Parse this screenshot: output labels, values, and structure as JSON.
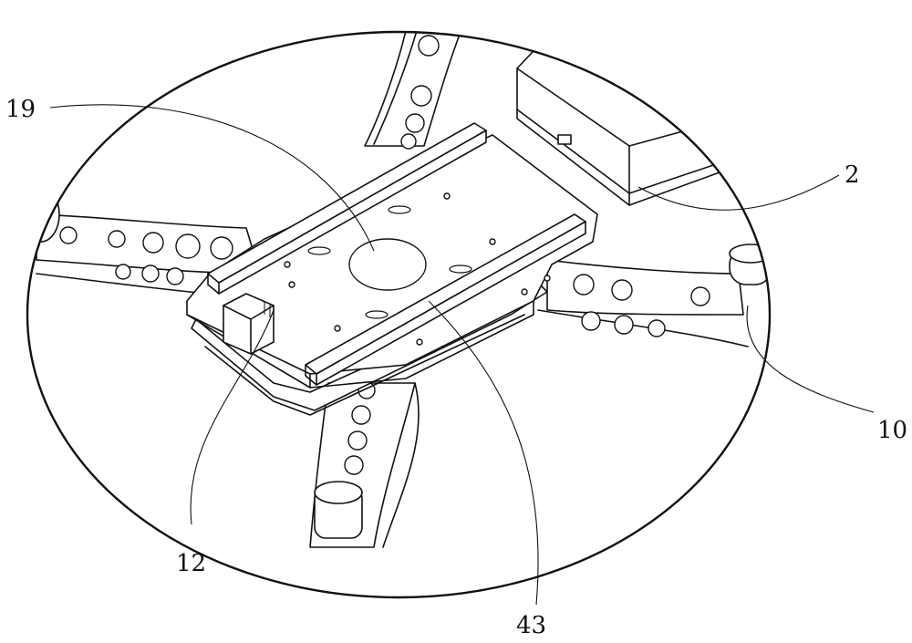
{
  "callouts": {
    "c19": "19",
    "c2": "2",
    "c10": "10",
    "c12": "12",
    "c43": "43"
  },
  "colors": {
    "line": "#111111",
    "background": "#ffffff"
  }
}
